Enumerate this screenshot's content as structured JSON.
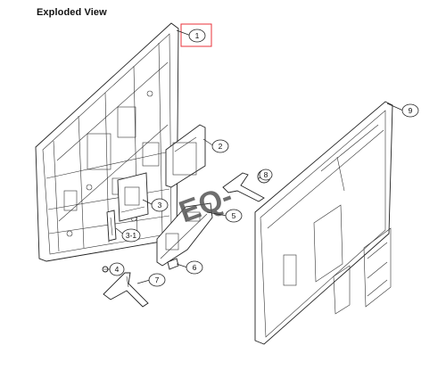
{
  "page": {
    "title": "Exploded View"
  },
  "colors": {
    "line": "#222222",
    "highlight": "#e8303a",
    "watermark": "#555555"
  },
  "watermark": {
    "text": "EQ-"
  },
  "callouts": [
    {
      "id": "c1",
      "label": "1",
      "highlighted": true
    },
    {
      "id": "c2",
      "label": "2",
      "highlighted": false
    },
    {
      "id": "c3",
      "label": "3",
      "highlighted": false
    },
    {
      "id": "c3-1",
      "label": "3-1",
      "highlighted": false
    },
    {
      "id": "c4",
      "label": "4",
      "highlighted": false
    },
    {
      "id": "c5",
      "label": "5",
      "highlighted": false
    },
    {
      "id": "c6",
      "label": "6",
      "highlighted": false
    },
    {
      "id": "c7",
      "label": "7",
      "highlighted": false
    },
    {
      "id": "c8",
      "label": "8",
      "highlighted": false
    },
    {
      "id": "c9",
      "label": "9",
      "highlighted": false
    }
  ]
}
